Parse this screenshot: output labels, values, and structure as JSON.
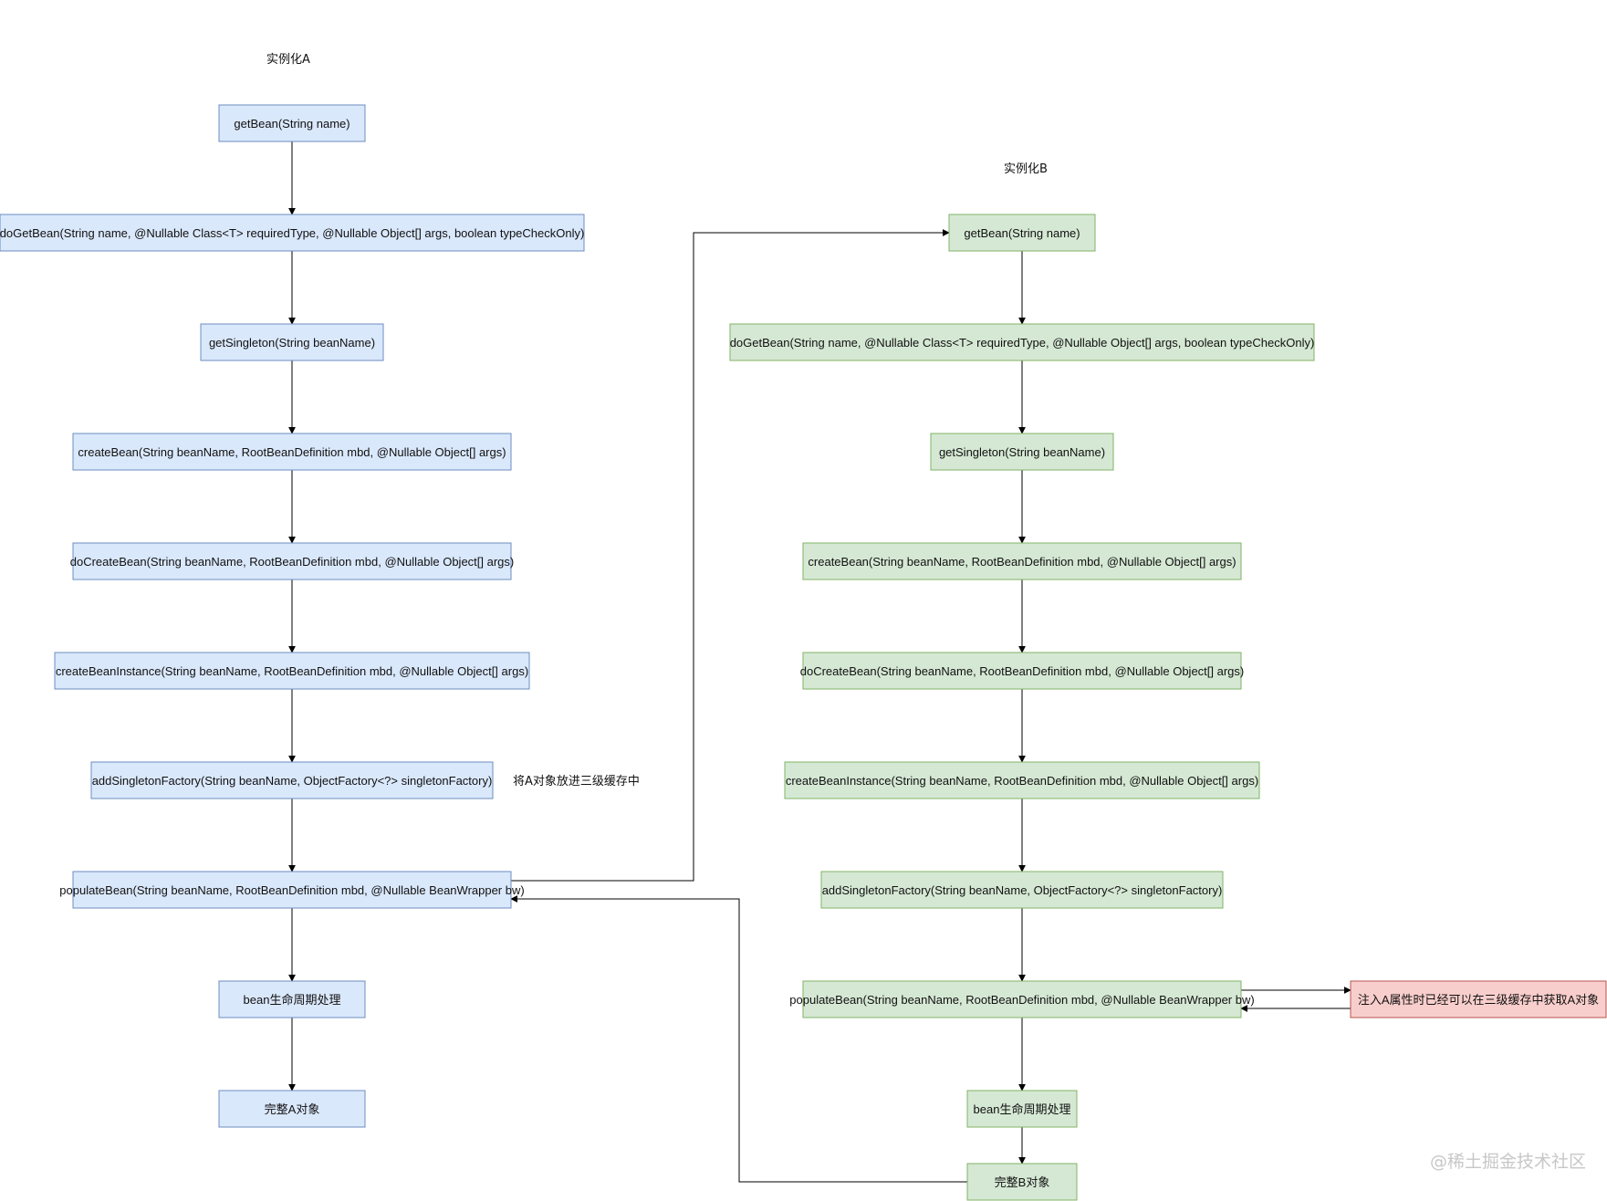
{
  "colors": {
    "blue_fill": "#dae8fc",
    "blue_stroke": "#6c8ebf",
    "green_fill": "#d5e8d4",
    "green_stroke": "#82b366",
    "red_fill": "#f8cecc",
    "red_stroke": "#b85450",
    "edge": "#000000"
  },
  "labels": {
    "title_a": "实例化A",
    "title_b": "实例化B",
    "note_a": "将A对象放进三级缓存中",
    "watermark": "@稀土掘金技术社区"
  },
  "flow_a": [
    "getBean(String name)",
    "doGetBean(String name, @Nullable Class<T> requiredType, @Nullable Object[] args, boolean typeCheckOnly)",
    "getSingleton(String beanName)",
    "createBean(String beanName, RootBeanDefinition mbd, @Nullable Object[] args)",
    "doCreateBean(String beanName, RootBeanDefinition mbd, @Nullable Object[] args)",
    "createBeanInstance(String beanName, RootBeanDefinition mbd, @Nullable Object[] args)",
    "addSingletonFactory(String beanName, ObjectFactory<?> singletonFactory)",
    "populateBean(String beanName, RootBeanDefinition mbd, @Nullable BeanWrapper bw)",
    "bean生命周期处理",
    "完整A对象"
  ],
  "flow_b": [
    "getBean(String name)",
    "doGetBean(String name, @Nullable Class<T> requiredType, @Nullable Object[] args, boolean typeCheckOnly)",
    "getSingleton(String beanName)",
    "createBean(String beanName, RootBeanDefinition mbd, @Nullable Object[] args)",
    "doCreateBean(String beanName, RootBeanDefinition mbd, @Nullable Object[] args)",
    "createBeanInstance(String beanName, RootBeanDefinition mbd, @Nullable Object[] args)",
    "addSingletonFactory(String beanName, ObjectFactory<?> singletonFactory)",
    "populateBean(String beanName, RootBeanDefinition mbd, @Nullable BeanWrapper bw)",
    "bean生命周期处理",
    "完整B对象"
  ],
  "side_note": "注入A属性时已经可以在三级缓存中获取A对象"
}
